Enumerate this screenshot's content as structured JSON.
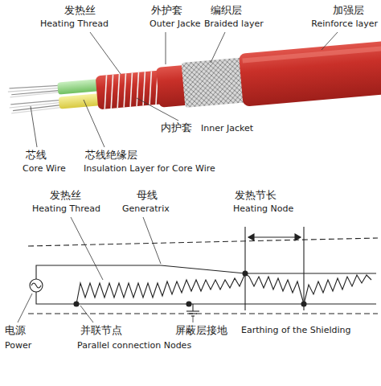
{
  "diagram": {
    "labels": [
      "发热丝",
      "Heating Thread",
      "外护套",
      "Outer Jacke",
      "编织层",
      "Braided layer",
      "加强层",
      "Reinforce layer",
      "内护套",
      "Inner Jacket",
      "芯线",
      "Core Wire",
      "芯线绝缘层",
      "Insulation Layer for Core Wire",
      "发热丝",
      "Heating Thread",
      "母线",
      "Generatrix",
      "发热节长",
      "Heating Node",
      "电源",
      "Power",
      "并联节点",
      "Parallel connection Nodes",
      "屏蔽层接地",
      "Earthing of the Shielding"
    ]
  }
}
